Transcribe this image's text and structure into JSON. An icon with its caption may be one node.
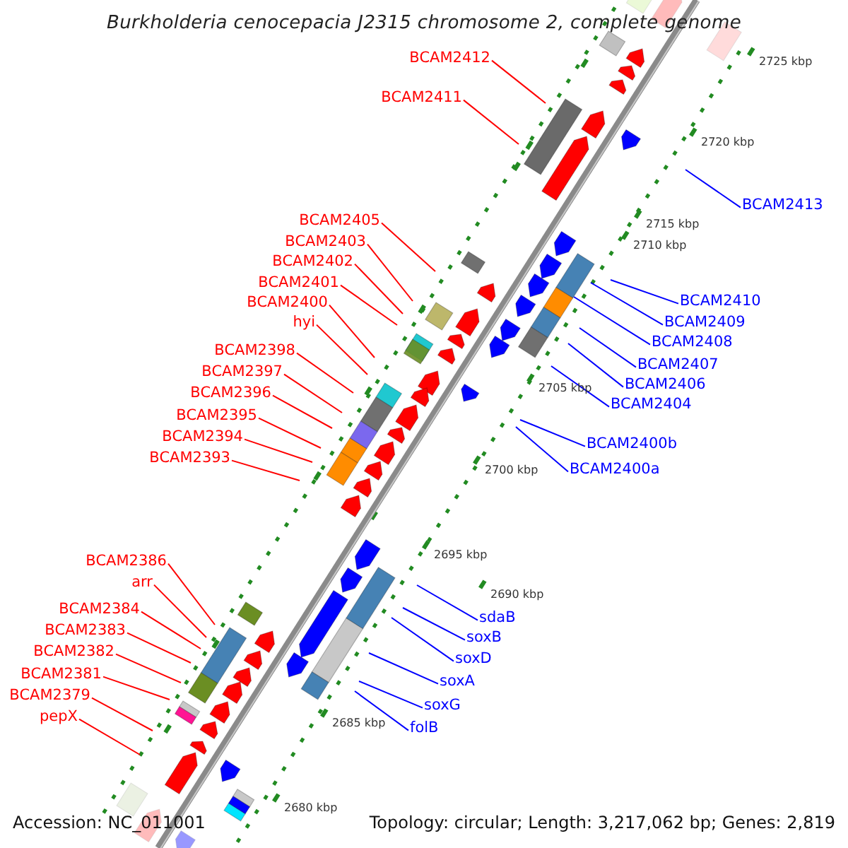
{
  "diagram": {
    "title": "Burkholderia cenocepacia J2315 chromosome 2, complete genome",
    "nodes": [
      {
        "text": [
          "BCAM2412"
        ]
      },
      {
        "text": [
          "BCAM2411"
        ]
      },
      {
        "text": [
          "BCAM2413"
        ]
      },
      {
        "text": [
          "BCAM2405"
        ]
      },
      {
        "text": [
          "BCAM2403"
        ]
      },
      {
        "text": [
          "BCAM2402"
        ]
      },
      {
        "text": [
          "BCAM2401"
        ]
      },
      {
        "text": [
          "BCAM2400"
        ]
      },
      {
        "text": [
          "hyi"
        ]
      },
      {
        "text": [
          "BCAM2410"
        ]
      },
      {
        "text": [
          "BCAM2409"
        ]
      },
      {
        "text": [
          "BCAM2408"
        ]
      },
      {
        "text": [
          "BCAM2407"
        ]
      },
      {
        "text": [
          "BCAM2406"
        ]
      },
      {
        "text": [
          "BCAM2398"
        ]
      },
      {
        "text": [
          "BCAM2397"
        ]
      },
      {
        "text": [
          "BCAM2396"
        ]
      },
      {
        "text": [
          "BCAM2404"
        ]
      },
      {
        "text": [
          "BCAM2395"
        ]
      },
      {
        "text": [
          "BCAM2394"
        ]
      },
      {
        "text": [
          "BCAM2400b"
        ]
      },
      {
        "text": [
          "BCAM2393"
        ]
      },
      {
        "text": [
          "BCAM2400a"
        ]
      },
      {
        "text": [
          "BCAM2386"
        ]
      },
      {
        "text": [
          "arr"
        ]
      },
      {
        "text": [
          "BCAM2384"
        ]
      },
      {
        "text": [
          "sdaB"
        ]
      },
      {
        "text": [
          "BCAM2383"
        ]
      },
      {
        "text": [
          "soxB"
        ]
      },
      {
        "text": [
          "BCAM2382"
        ]
      },
      {
        "text": [
          "soxD"
        ]
      },
      {
        "text": [
          "BCAM2381"
        ]
      },
      {
        "text": [
          "soxA"
        ]
      },
      {
        "text": [
          "BCAM2379"
        ]
      },
      {
        "text": [
          "soxG"
        ]
      },
      {
        "text": [
          "pepX"
        ]
      },
      {
        "text": [
          "folB"
        ]
      }
    ],
    "edges": [
      {
        "from": 0,
        "to": null,
        "arrow": "none"
      },
      {
        "from": 1,
        "to": null,
        "arrow": "none"
      },
      {
        "from": 2,
        "to": null,
        "arrow": "none",
        "color": "#0000ff"
      },
      {
        "from": 3,
        "to": null,
        "arrow": "none"
      },
      {
        "from": 4,
        "to": null,
        "arrow": "none"
      },
      {
        "from": 5,
        "to": null,
        "arrow": "none"
      },
      {
        "from": 6,
        "to": null,
        "arrow": "none"
      },
      {
        "from": 7,
        "to": null,
        "arrow": "none"
      },
      {
        "from": 8,
        "to": null,
        "arrow": "none"
      },
      {
        "from": 9,
        "to": null,
        "arrow": "none",
        "color": "#0000ff"
      },
      {
        "from": 10,
        "to": null,
        "arrow": "none",
        "color": "#0000ff"
      },
      {
        "from": 11,
        "to": null,
        "arrow": "none",
        "color": "#0000ff"
      },
      {
        "from": 12,
        "to": null,
        "arrow": "none",
        "color": "#0000ff"
      },
      {
        "from": 13,
        "to": null,
        "arrow": "none",
        "color": "#0000ff"
      },
      {
        "from": 14,
        "to": null,
        "arrow": "none"
      },
      {
        "from": 15,
        "to": null,
        "arrow": "none"
      },
      {
        "from": 16,
        "to": null,
        "arrow": "none"
      },
      {
        "from": 17,
        "to": null,
        "arrow": "none",
        "color": "#0000ff"
      },
      {
        "from": 18,
        "to": null,
        "arrow": "none"
      },
      {
        "from": 19,
        "to": null,
        "arrow": "none"
      },
      {
        "from": 20,
        "to": null,
        "arrow": "none",
        "color": "#0000ff"
      },
      {
        "from": 21,
        "to": null,
        "arrow": "none"
      },
      {
        "from": 22,
        "to": null,
        "arrow": "none",
        "color": "#0000ff"
      },
      {
        "from": 23,
        "to": null,
        "arrow": "none"
      },
      {
        "from": 24,
        "to": null,
        "arrow": "none"
      },
      {
        "from": 25,
        "to": null,
        "arrow": "none"
      },
      {
        "from": 26,
        "to": null,
        "arrow": "none",
        "color": "#0000ff"
      },
      {
        "from": 27,
        "to": null,
        "arrow": "none"
      },
      {
        "from": 28,
        "to": null,
        "arrow": "none",
        "color": "#0000ff"
      },
      {
        "from": 29,
        "to": null,
        "arrow": "none"
      },
      {
        "from": 30,
        "to": null,
        "arrow": "none",
        "color": "#0000ff"
      },
      {
        "from": 31,
        "to": null,
        "arrow": "none"
      },
      {
        "from": 32,
        "to": null,
        "arrow": "none",
        "color": "#0000ff"
      },
      {
        "from": 33,
        "to": null,
        "arrow": "none"
      },
      {
        "from": 34,
        "to": null,
        "arrow": "none",
        "color": "#0000ff"
      },
      {
        "from": 35,
        "to": null,
        "arrow": "none"
      },
      {
        "from": 36,
        "to": null,
        "arrow": "none",
        "color": "#0000ff"
      }
    ],
    "labels": [
      "2725 kbp",
      "2720 kbp",
      "2715 kbp",
      "2710 kbp",
      "2705 kbp",
      "2700 kbp",
      "2695 kbp",
      "2690 kbp",
      "2685 kbp",
      "2680 kbp",
      "Accession: NC_011001",
      "Topology: circular; Length: 3,217,062 bp; Genes: 2,819"
    ]
  }
}
